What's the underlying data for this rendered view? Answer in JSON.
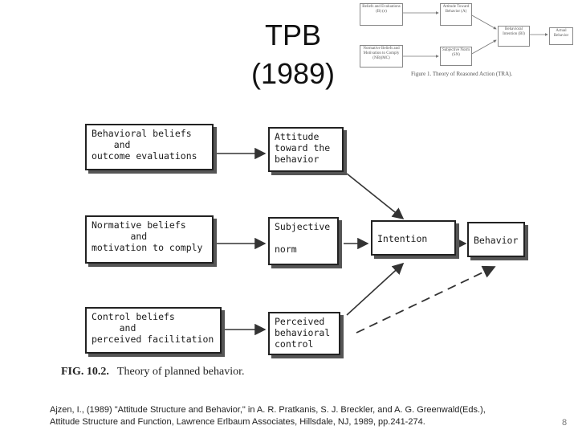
{
  "title": {
    "line1": "TPB",
    "line2": "(1989)"
  },
  "tra_thumbnail": {
    "boxes": {
      "beliefs": "Beliefs and Evaluations (B) (e)",
      "attitude": "Attitude Toward Behavior (A)",
      "normative": "Normative Beliefs and Motivation to Comply (NB)(MC)",
      "subjective": "Subjective Norm (SN)",
      "intention": "Behavioral Intention (BI)",
      "behavior": "Actual Behavior"
    },
    "caption": "Figure 1.  Theory of Reasoned Action (TRA)."
  },
  "diagram": {
    "boxes": {
      "behavioral_beliefs": "Behavioral beliefs\n    and\noutcome evaluations",
      "attitude": "Attitude\ntoward the\nbehavior",
      "normative_beliefs": "Normative beliefs\n       and\nmotivation to comply",
      "subjective_norm": "Subjective\n\nnorm",
      "control_beliefs": "Control beliefs\n     and\nperceived facilitation",
      "perceived_control": "Perceived\nbehavioral\ncontrol",
      "intention": "Intention",
      "behavior": "Behavior"
    },
    "caption_label": "FIG. 10.2.",
    "caption_text": "Theory of planned behavior."
  },
  "citation": {
    "line1": "Ajzen, I., (1989) \"Attitude Structure and Behavior,\" in A. R. Pratkanis, S. J. Breckler, and A. G. Greenwald(Eds.),",
    "line2": "Attitude Structure and Function, Lawrence Erlbaum Associates, Hillsdale, NJ, 1989, pp.241-274."
  },
  "page_number": "8"
}
